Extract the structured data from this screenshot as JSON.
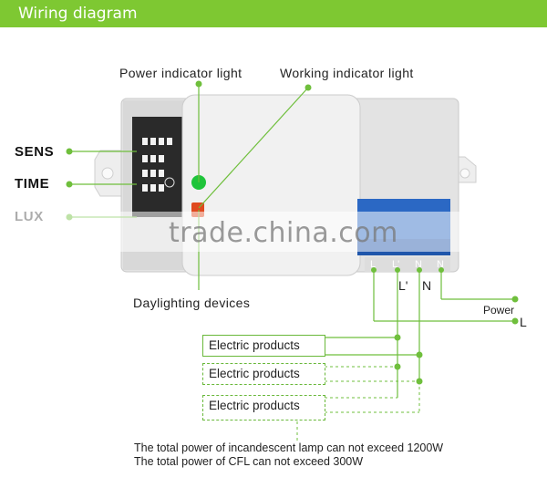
{
  "header": {
    "title": "Wiring diagram"
  },
  "callouts": {
    "power_indicator": "Power indicator light",
    "working_indicator": "Working  indicator  light",
    "daylighting": "Daylighting devices",
    "sens": "SENS",
    "time": "TIME",
    "lux": "LUX"
  },
  "terminals": {
    "t1": "L",
    "t2": "L'",
    "t3": "N",
    "t4": "N"
  },
  "wire_labels": {
    "l_prime": "L'",
    "n": "N",
    "power": "Power",
    "l": "L"
  },
  "products": [
    {
      "label": "Electric products"
    },
    {
      "label": "Electric products"
    },
    {
      "label": "Electric products"
    }
  ],
  "notes": {
    "line1": "The total power of incandescent lamp can not exceed 1200W",
    "line2": "The total power of CFL can not exceed 300W"
  },
  "watermark": "trade.china.com",
  "colors": {
    "accent": "#7ec832",
    "line": "#6fbf3c",
    "box_border": "#69b83a"
  }
}
